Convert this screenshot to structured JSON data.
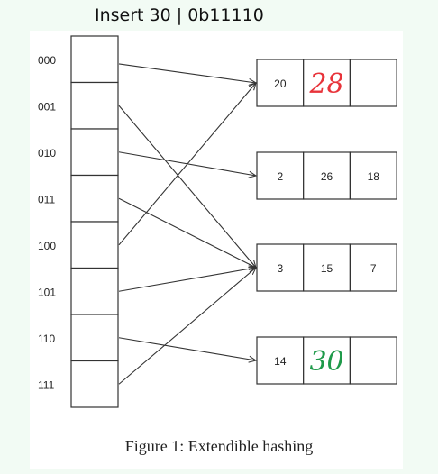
{
  "header": {
    "title": "Insert 30 | 0b11110"
  },
  "directory": [
    {
      "label": "000",
      "target": 0
    },
    {
      "label": "001",
      "target": 2
    },
    {
      "label": "010",
      "target": 1
    },
    {
      "label": "011",
      "target": 2
    },
    {
      "label": "100",
      "target": 0
    },
    {
      "label": "101",
      "target": 2
    },
    {
      "label": "110",
      "target": 3
    },
    {
      "label": "111",
      "target": 2
    }
  ],
  "buckets": [
    {
      "cells": [
        "20",
        "",
        ""
      ],
      "handwritten": {
        "cell": 1,
        "text": "28",
        "color": "#e8333a"
      }
    },
    {
      "cells": [
        "2",
        "26",
        "18"
      ]
    },
    {
      "cells": [
        "3",
        "15",
        "7"
      ]
    },
    {
      "cells": [
        "14",
        "",
        ""
      ],
      "handwritten": {
        "cell": 1,
        "text": "30",
        "color": "#1f9a4a"
      }
    }
  ],
  "caption": "Figure 1:   Extendible hashing"
}
